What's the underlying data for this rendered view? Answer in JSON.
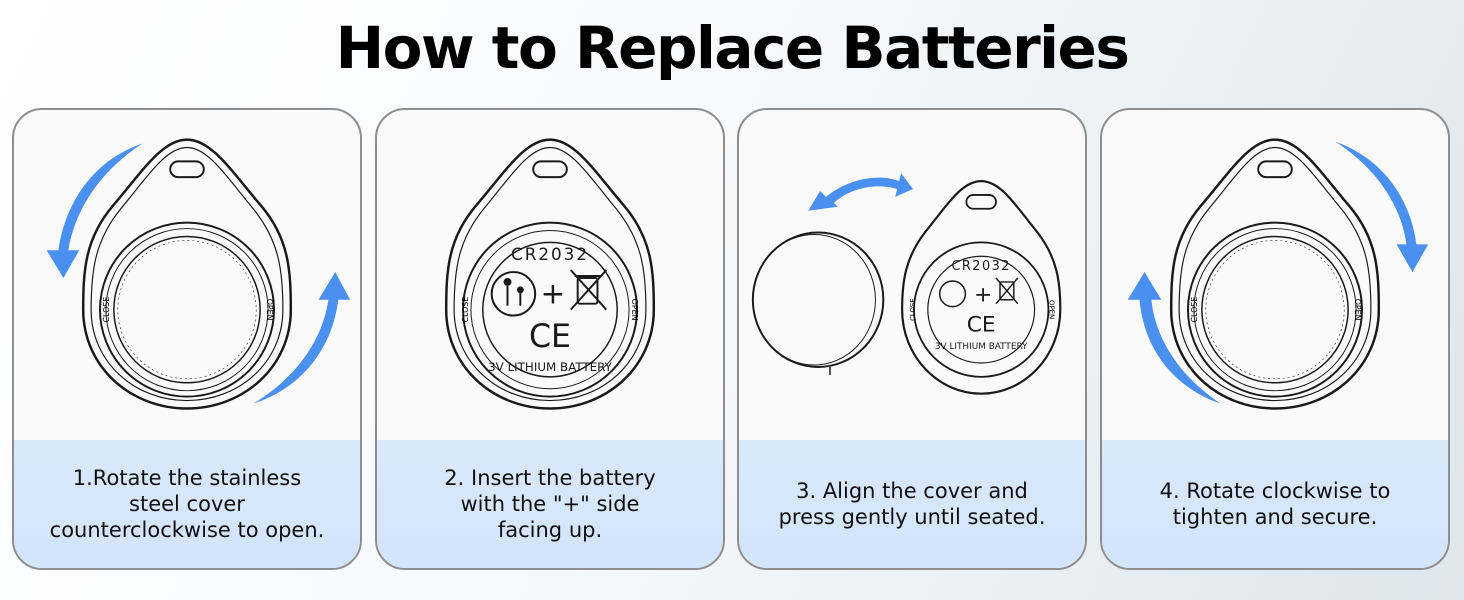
{
  "title": "How to Replace Batteries",
  "steps": [
    {
      "caption": "1.Rotate the stainless\nsteel cover\ncounterclockwise to open."
    },
    {
      "caption": "2. Insert the battery\nwith the \"+\" side\nfacing up."
    },
    {
      "caption": "3. Align the cover and\npress gently until seated."
    },
    {
      "caption": "4. Rotate clockwise to\ntighten and secure."
    }
  ],
  "battery": {
    "model": "CR2032",
    "type": "3V LITHIUM BATTERY",
    "mark": "CE",
    "plus": "+",
    "close_label": "CLOSE",
    "open_label": "OPEN"
  },
  "colors": {
    "arrow": "#4a90f0",
    "caption_bg": "#d6e6fb",
    "outline": "#1a1a1a"
  }
}
